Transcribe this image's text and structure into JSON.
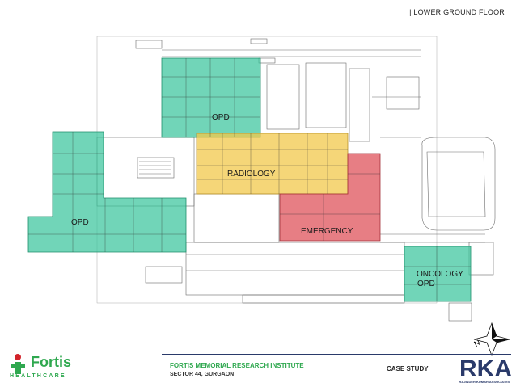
{
  "header": {
    "floor_label": "| LOWER GROUND FLOOR"
  },
  "plan": {
    "zones": [
      {
        "label": "OPD",
        "color": "#34c39a"
      },
      {
        "label": "RADIOLOGY",
        "color": "#f2c84b"
      },
      {
        "label": "OPD",
        "color": "#34c39a"
      },
      {
        "label": "EMERGENCY",
        "color": "#e05a62"
      },
      {
        "label": "ONCOLOGY",
        "color": "#34c39a"
      },
      {
        "label": "OPD",
        "color": "#34c39a"
      }
    ],
    "north_label": "N"
  },
  "footer": {
    "brand_word": "Fortis",
    "brand_sub": "HEALTHCARE",
    "institute": "FORTIS MEMORIAL RESEARCH INSTITUTE",
    "address": "SECTOR 44, GURGAON",
    "case_study": "CASE STUDY",
    "rka_word": "RKA",
    "rka_sub": "RAJINDER KUMAR ASSOCIATES",
    "accent_green": "#2fa84f",
    "accent_red": "#d2232a",
    "accent_navy": "#2a3a6a"
  }
}
